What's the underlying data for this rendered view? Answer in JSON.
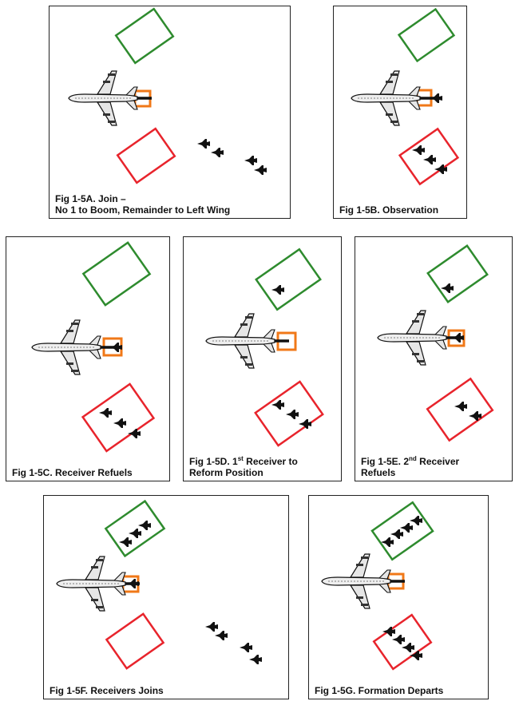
{
  "colors": {
    "green_box": "#2e8b2e",
    "red_box": "#e8242c",
    "boom_box": "#f07818",
    "aircraft": "#111111"
  },
  "icons": {
    "tanker": "tanker-aircraft-icon",
    "receiver": "fighter-jet-icon"
  },
  "panels": [
    {
      "id": "5A",
      "caption_lines": [
        "Fig 1-5A.  Join –",
        "No 1 to Boom, Remainder to Left Wing"
      ]
    },
    {
      "id": "5B",
      "caption_lines": [
        "Fig 1-5B.  Observation"
      ]
    },
    {
      "id": "5C",
      "caption_lines": [
        "Fig 1-5C.  Receiver Refuels"
      ]
    },
    {
      "id": "5D",
      "caption_pre": "Fig 1-5D.  1",
      "caption_sup": "st",
      "caption_post": " Receiver to",
      "caption_line2": "Reform Position"
    },
    {
      "id": "5E",
      "caption_pre": "Fig 1-5E.  2",
      "caption_sup": "nd",
      "caption_post": " Receiver",
      "caption_line2": "Refuels"
    },
    {
      "id": "5F",
      "caption_lines": [
        "Fig 1-5F.  Receivers Joins"
      ]
    },
    {
      "id": "5G",
      "caption_lines": [
        "Fig 1-5G.  Formation Departs"
      ]
    }
  ]
}
